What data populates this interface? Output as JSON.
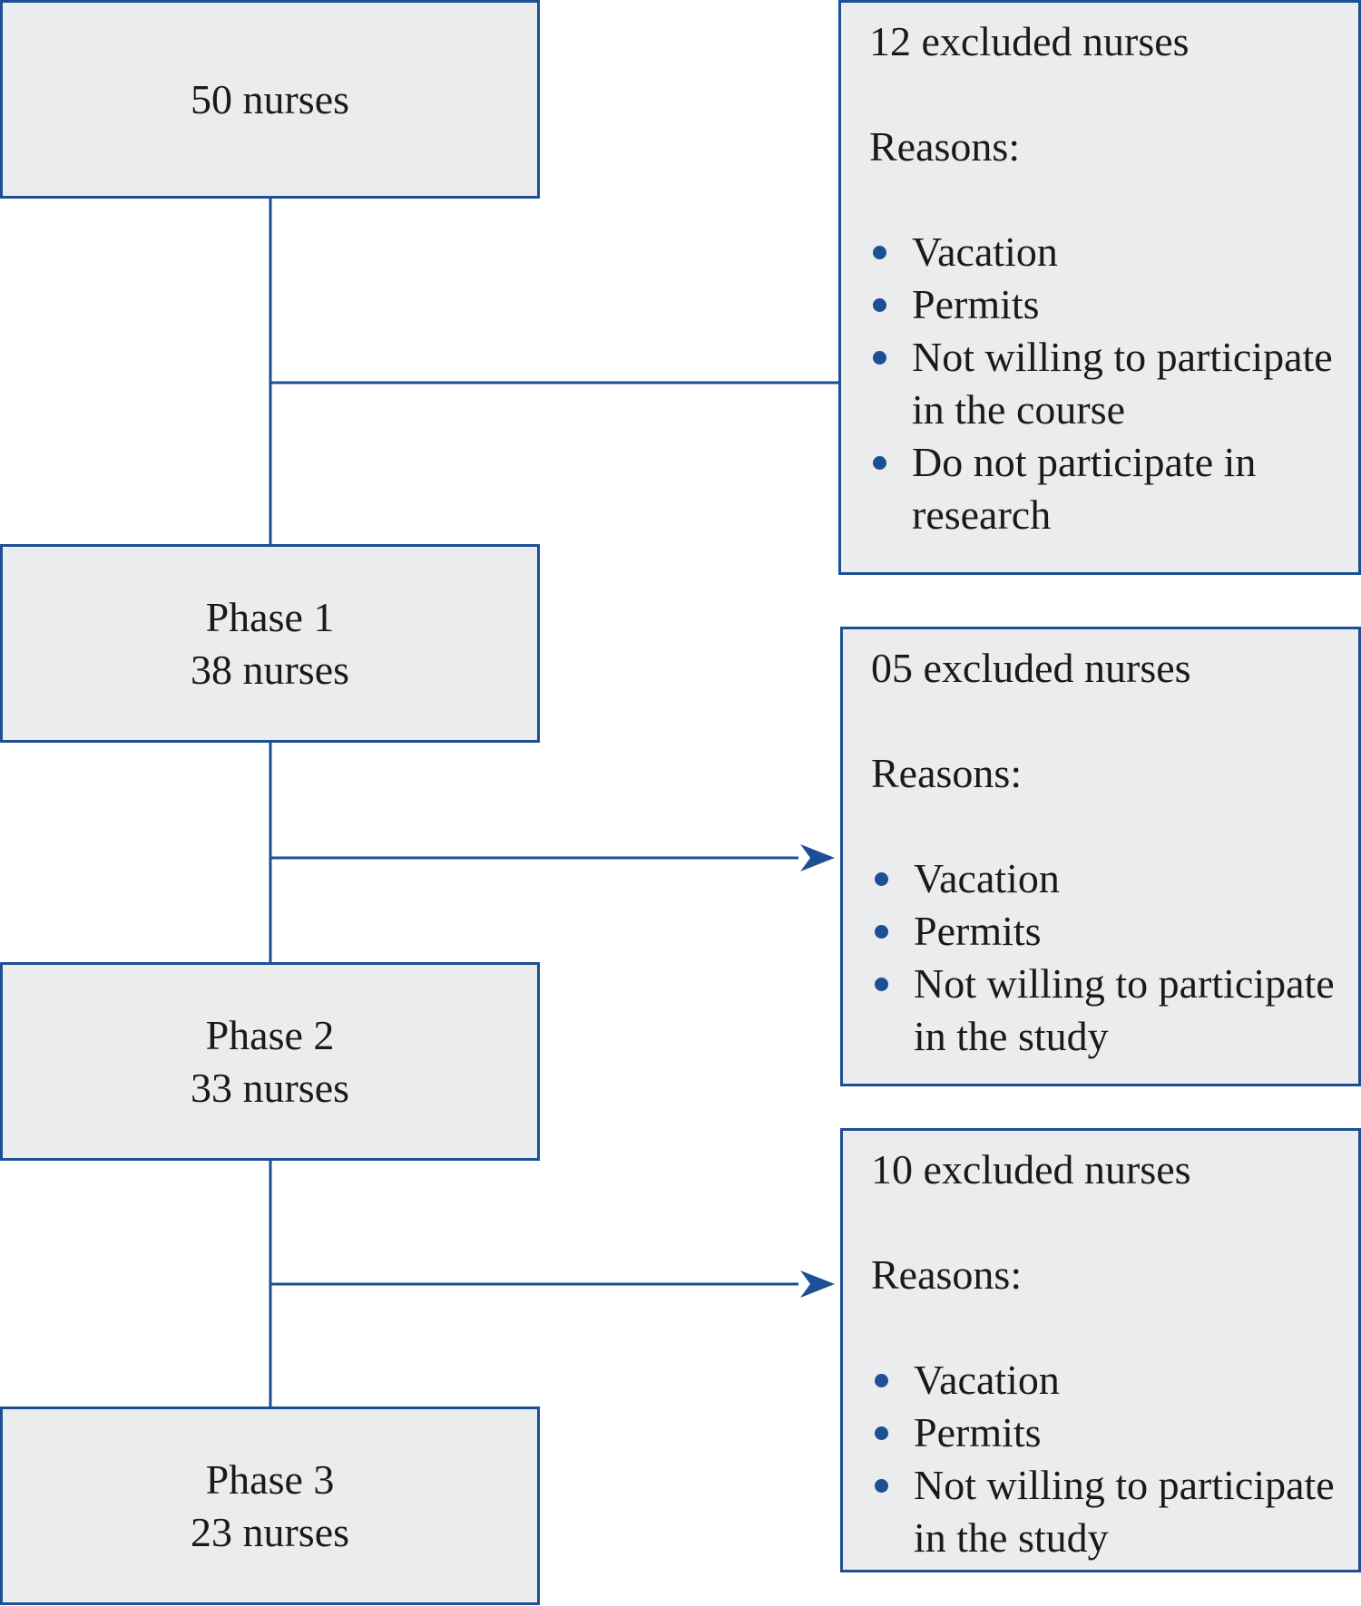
{
  "colors": {
    "line": "#1c4f94",
    "box_fill": "#ebecee",
    "bullet": "#1c4f94"
  },
  "stages": [
    {
      "phase": "",
      "count": "50 nurses"
    },
    {
      "phase": "Phase 1",
      "count": "38 nurses"
    },
    {
      "phase": "Phase 2",
      "count": "33 nurses"
    },
    {
      "phase": "Phase 3",
      "count": "23 nurses"
    }
  ],
  "exclusions": [
    {
      "title": "12 excluded nurses",
      "reasons_label": "Reasons:",
      "reasons": [
        "Vacation",
        "Permits",
        "Not willing to participate in the course",
        "Do not participate in research"
      ]
    },
    {
      "title": "05 excluded nurses",
      "reasons_label": "Reasons:",
      "reasons": [
        "Vacation",
        "Permits",
        "Not willing to participate in the study"
      ]
    },
    {
      "title": "10 excluded nurses",
      "reasons_label": "Reasons:",
      "reasons": [
        "Vacation",
        "Permits",
        "Not willing to participate in the study"
      ]
    }
  ]
}
